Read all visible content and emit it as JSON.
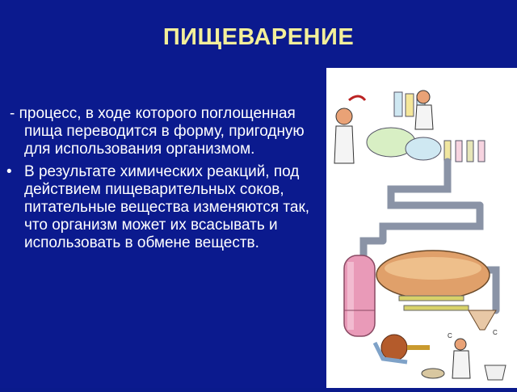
{
  "slide": {
    "title": "ПИЩЕВАРЕНИЕ",
    "intro": " - процесс, в ходе которого поглощенная пища переводится в форму, пригодную для использования организмом.",
    "bullets": [
      "В результате химических реакций, под действием пищеварительных соков, питательные вещества изменяются так, что организм может их всасывать и использовать в обмене веществ."
    ],
    "bullet_glyph": "•",
    "colors": {
      "background": "#0b1a8e",
      "title": "#f3ef9a",
      "text": "#ffffff"
    }
  },
  "illustration": {
    "subject": "digestion-factory-illustration",
    "labels": [
      "С",
      "С"
    ]
  }
}
